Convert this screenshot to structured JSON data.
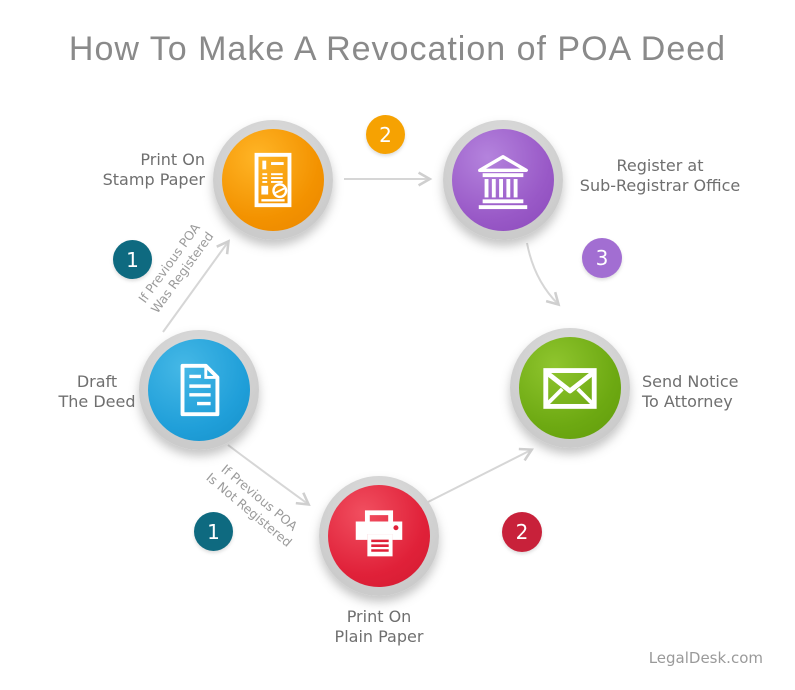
{
  "title": "How To Make A Revocation of POA Deed",
  "brand": "LegalDesk.com",
  "steps": [
    {
      "id": "draft",
      "icon": "document-icon",
      "color": "#209fd9",
      "label": [
        "Draft",
        "The Deed"
      ]
    },
    {
      "id": "stamp",
      "icon": "stamp-paper-icon",
      "color": "#f39200",
      "label": [
        "Print On",
        "Stamp Paper"
      ]
    },
    {
      "id": "register",
      "icon": "bank-icon",
      "color": "#9959c7",
      "label": [
        "Register at",
        "Sub-Registrar Office"
      ]
    },
    {
      "id": "plain",
      "icon": "printer-icon",
      "color": "#e02139",
      "label": [
        "Print On",
        "Plain Paper"
      ]
    },
    {
      "id": "notice",
      "icon": "envelope-icon",
      "color": "#6da912",
      "label": [
        "Send Notice",
        "To Attorney"
      ]
    }
  ],
  "badges": [
    {
      "value": "1",
      "color": "#0e6a80",
      "branch": "registered"
    },
    {
      "value": "2",
      "color": "#f6a202",
      "branch": "registered"
    },
    {
      "value": "3",
      "color": "#a26ed2",
      "branch": "registered"
    },
    {
      "value": "1",
      "color": "#0e6a80",
      "branch": "not-registered"
    },
    {
      "value": "2",
      "color": "#c8213a",
      "branch": "not-registered"
    }
  ],
  "branch_labels": [
    {
      "line1": "If Previous POA",
      "line2": "Was Registered"
    },
    {
      "line1": "If Previous POA",
      "line2": "Is Not Registered"
    }
  ],
  "arrow_color": "#d6d6d6"
}
